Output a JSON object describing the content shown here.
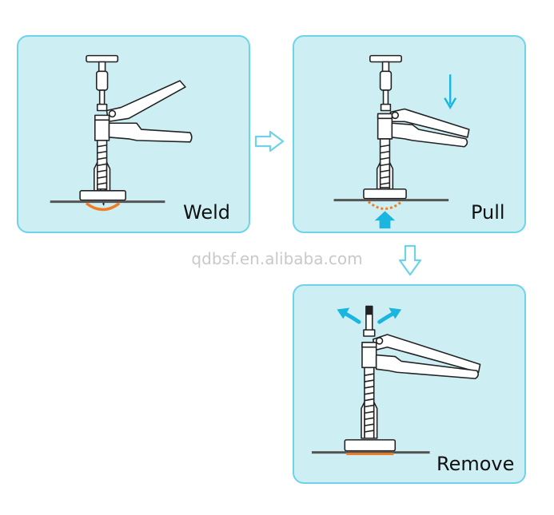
{
  "steps": [
    {
      "label": "Weld"
    },
    {
      "label": "Pull"
    },
    {
      "label": "Remove"
    }
  ],
  "watermark": "qdbsf.en.alibaba.com",
  "colors": {
    "panel_fill": "#cdeff4",
    "panel_border": "#6cd3e8",
    "weld_highlight": "#f07d22",
    "motion_arrow": "#1ab6e0",
    "watermark_text": "#c9c9c9"
  },
  "icons": {
    "flow_right": "hollow-arrow-right-icon",
    "flow_down": "hollow-arrow-down-icon",
    "pull_direction": "down-arrow-icon",
    "push_up": "up-arrow-icon",
    "rotate": "curved-double-arrow-icon"
  }
}
